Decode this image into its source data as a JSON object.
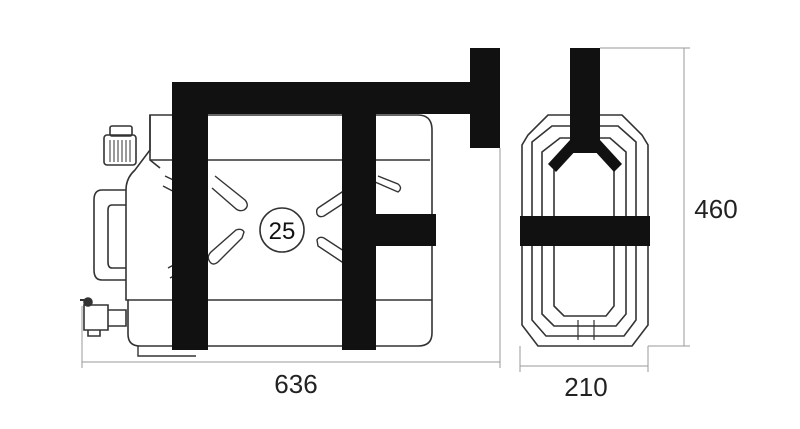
{
  "drawing": {
    "capacity_label": "25",
    "dimensions": {
      "width_label": "636",
      "height_label": "460",
      "depth_label": "210"
    }
  },
  "colors": {
    "line": "#333333",
    "dim_line": "#9a9a9a",
    "bracket": "#111111",
    "background": "#ffffff"
  }
}
